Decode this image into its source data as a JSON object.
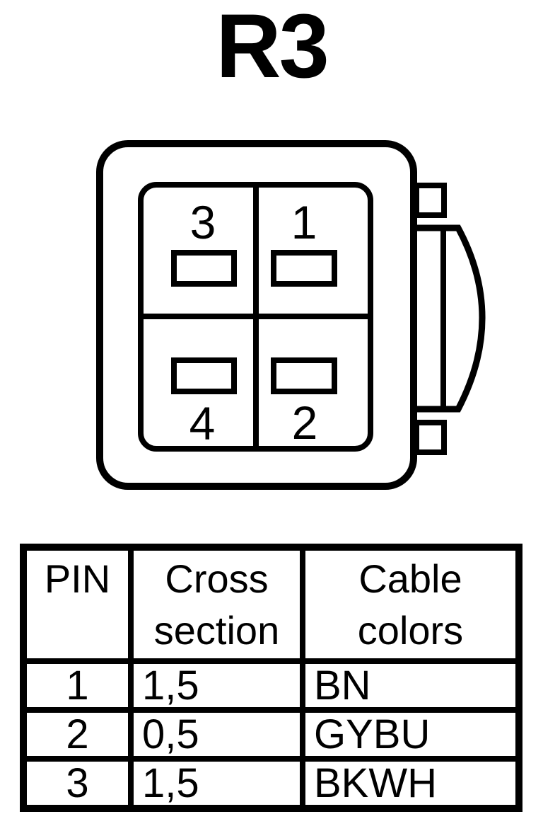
{
  "title": "R3",
  "connector": {
    "description": "4-pin connector, front view, with two side tabs and latch lever on right",
    "pins": [
      {
        "label": "3",
        "position": "top-left"
      },
      {
        "label": "1",
        "position": "top-right"
      },
      {
        "label": "4",
        "position": "bottom-left"
      },
      {
        "label": "2",
        "position": "bottom-right"
      }
    ]
  },
  "table": {
    "headers": [
      "PIN",
      "Cross section",
      "Cable colors"
    ],
    "rows": [
      [
        "1",
        "1,5",
        "BN"
      ],
      [
        "2",
        "0,5",
        "GYBU"
      ],
      [
        "3",
        "1,5",
        "BKWH"
      ]
    ]
  },
  "colors": {
    "line": "#000000",
    "background": "#ffffff"
  }
}
